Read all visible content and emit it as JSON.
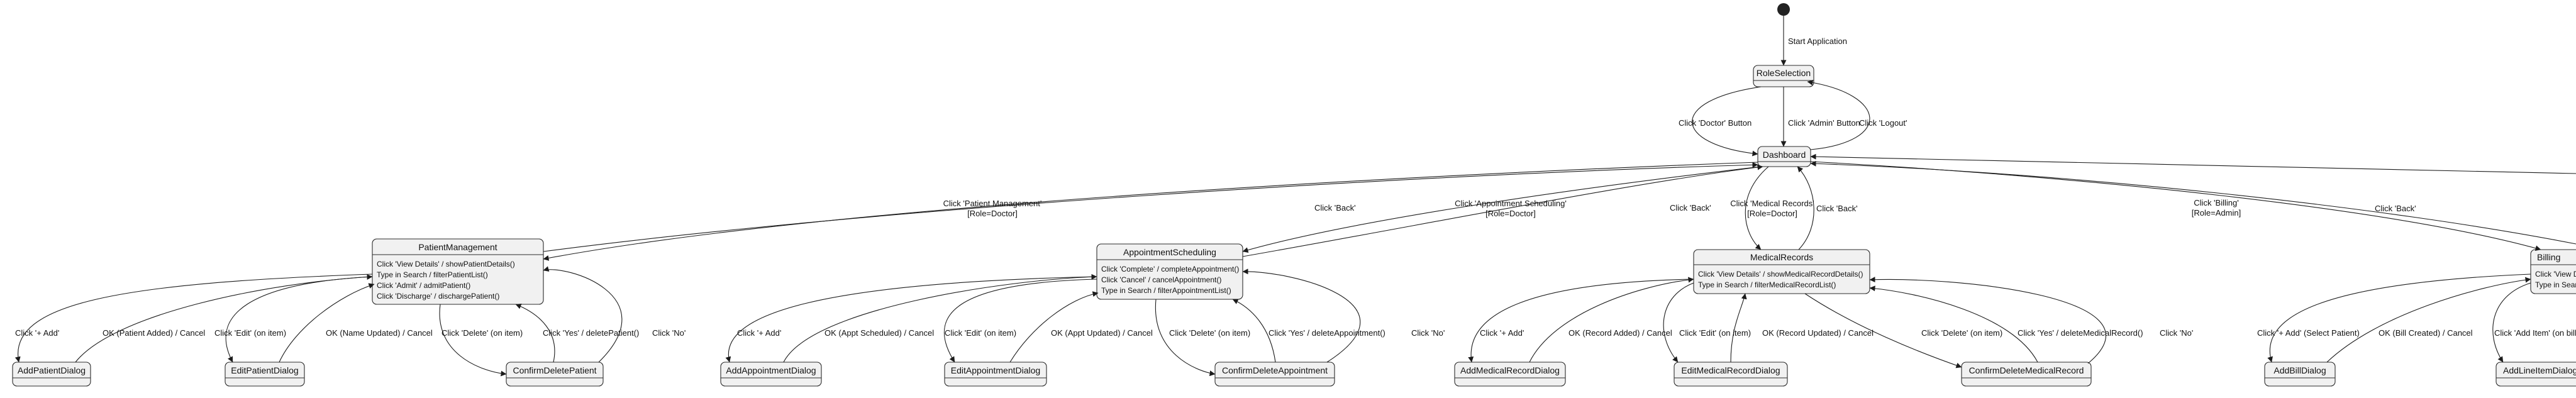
{
  "initial": {
    "label": "Start Application"
  },
  "states": {
    "role_selection": {
      "name": "RoleSelection"
    },
    "dashboard": {
      "name": "Dashboard"
    },
    "patient_management": {
      "name": "PatientManagement",
      "actions": [
        "Click 'View Details' / showPatientDetails()",
        "Type in Search / filterPatientList()",
        "Click 'Admit' / admitPatient()",
        "Click 'Discharge' / dischargePatient()"
      ]
    },
    "appointment_scheduling": {
      "name": "AppointmentScheduling",
      "actions": [
        "Click 'Complete' / completeAppointment()",
        "Click 'Cancel' / cancelAppointment()",
        "Type in Search / filterAppointmentList()"
      ]
    },
    "medical_records": {
      "name": "MedicalRecords",
      "actions": [
        "Click 'View Details' / showMedicalRecordDetails()",
        "Type in Search / filterMedicalRecordList()"
      ]
    },
    "billing": {
      "name": "Billing",
      "actions": [
        "Click 'View Details' / showBillDetails()",
        "Type in Search / filterBillList()"
      ]
    },
    "add_patient_dialog": {
      "name": "AddPatientDialog"
    },
    "edit_patient_dialog": {
      "name": "EditPatientDialog"
    },
    "confirm_delete_patient": {
      "name": "ConfirmDeletePatient"
    },
    "add_appointment_dialog": {
      "name": "AddAppointmentDialog"
    },
    "edit_appointment_dialog": {
      "name": "EditAppointmentDialog"
    },
    "confirm_delete_appointment": {
      "name": "ConfirmDeleteAppointment"
    },
    "add_medical_record_dialog": {
      "name": "AddMedicalRecordDialog"
    },
    "edit_medical_record_dialog": {
      "name": "EditMedicalRecordDialog"
    },
    "confirm_delete_medical_record": {
      "name": "ConfirmDeleteMedicalRecord"
    },
    "add_bill_dialog": {
      "name": "AddBillDialog"
    },
    "add_line_item_dialog": {
      "name": "AddLineItemDialog"
    }
  },
  "transitions": {
    "click_doctor": "Click 'Doctor' Button",
    "click_admin": "Click 'Admin' Button",
    "click_logout": "Click 'Logout'",
    "patient_management": "Click 'Patient Management'",
    "role_doctor": "[Role=Doctor]",
    "role_admin": "[Role=Admin]",
    "click_back": "Click 'Back'",
    "appointment_scheduling": "Click 'Appointment Scheduling'",
    "medical_records": "Click 'Medical Records'",
    "billing": "Click 'Billing'",
    "click_add": "Click '+ Add'",
    "patient_added": "OK (Patient Added) / Cancel",
    "click_edit": "Click 'Edit' (on item)",
    "name_updated": "OK (Name Updated) / Cancel",
    "click_delete": "Click 'Delete' (on item)",
    "yes_delete_patient": "Click 'Yes' / deletePatient()",
    "click_no": "Click 'No'",
    "appt_scheduled": "OK (Appt Scheduled) / Cancel",
    "appt_updated": "OK (Appt Updated) / Cancel",
    "yes_delete_appointment": "Click 'Yes' / deleteAppointment()",
    "record_added": "OK (Record Added) / Cancel",
    "record_updated": "OK (Record Updated) / Cancel",
    "yes_delete_medical_record": "Click 'Yes' / deleteMedicalRecord()",
    "add_select_patient": "Click '+ Add' (Select Patient)",
    "bill_created": "OK (Bill Created) / Cancel",
    "add_item_on_bill": "Click 'Add Item' (on bill)"
  }
}
